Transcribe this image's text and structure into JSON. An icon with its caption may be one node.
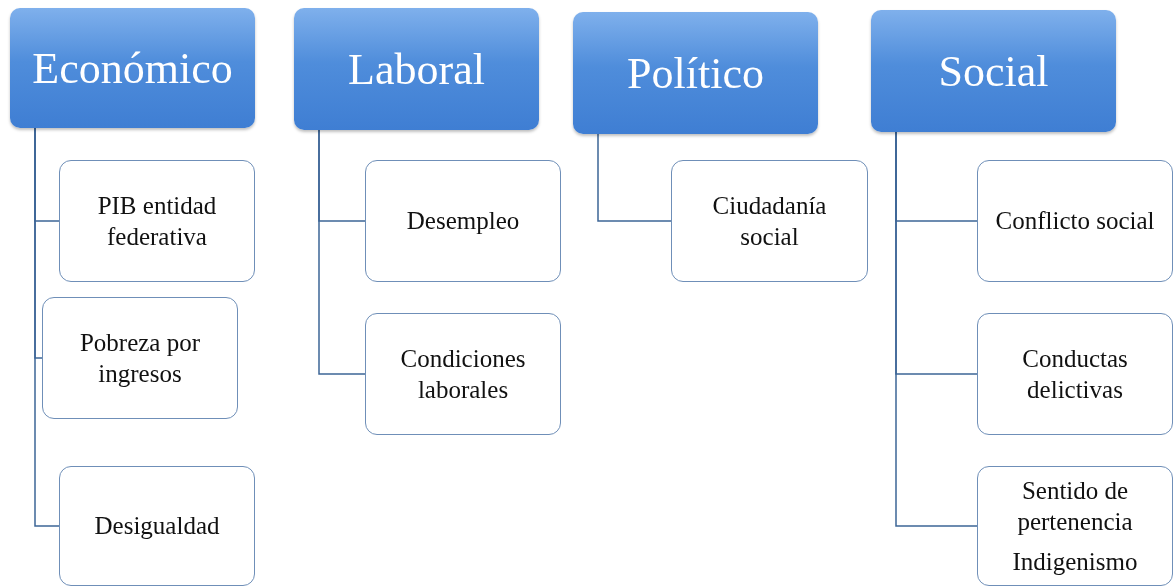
{
  "diagram": {
    "nodes": [
      {
        "text": [
          "Económico"
        ]
      },
      {
        "text": [
          "PIB entidad federativa"
        ]
      },
      {
        "text": [
          "Pobreza por ingresos"
        ]
      },
      {
        "text": [
          "Desigualdad"
        ]
      },
      {
        "text": [
          "Laboral"
        ]
      },
      {
        "text": [
          "Desempleo"
        ]
      },
      {
        "text": [
          "Condiciones laborales"
        ]
      },
      {
        "text": [
          "Político"
        ]
      },
      {
        "text": [
          "Ciudadanía social"
        ]
      },
      {
        "text": [
          "Social"
        ]
      },
      {
        "text": [
          "Conflicto social"
        ]
      },
      {
        "text": [
          "Conductas delictivas"
        ]
      },
      {
        "text": [
          "Sentido de pertenencia",
          "Indigenismo"
        ]
      }
    ],
    "edges": [
      {
        "from": 0,
        "to": 1,
        "arrow": "none"
      },
      {
        "from": 0,
        "to": 2,
        "arrow": "none"
      },
      {
        "from": 0,
        "to": 3,
        "arrow": "none"
      },
      {
        "from": 4,
        "to": 5,
        "arrow": "none"
      },
      {
        "from": 4,
        "to": 6,
        "arrow": "none"
      },
      {
        "from": 7,
        "to": 8,
        "arrow": "none"
      },
      {
        "from": 9,
        "to": 10,
        "arrow": "none"
      },
      {
        "from": 9,
        "to": 11,
        "arrow": "none"
      },
      {
        "from": 9,
        "to": 12,
        "arrow": "none"
      }
    ]
  }
}
